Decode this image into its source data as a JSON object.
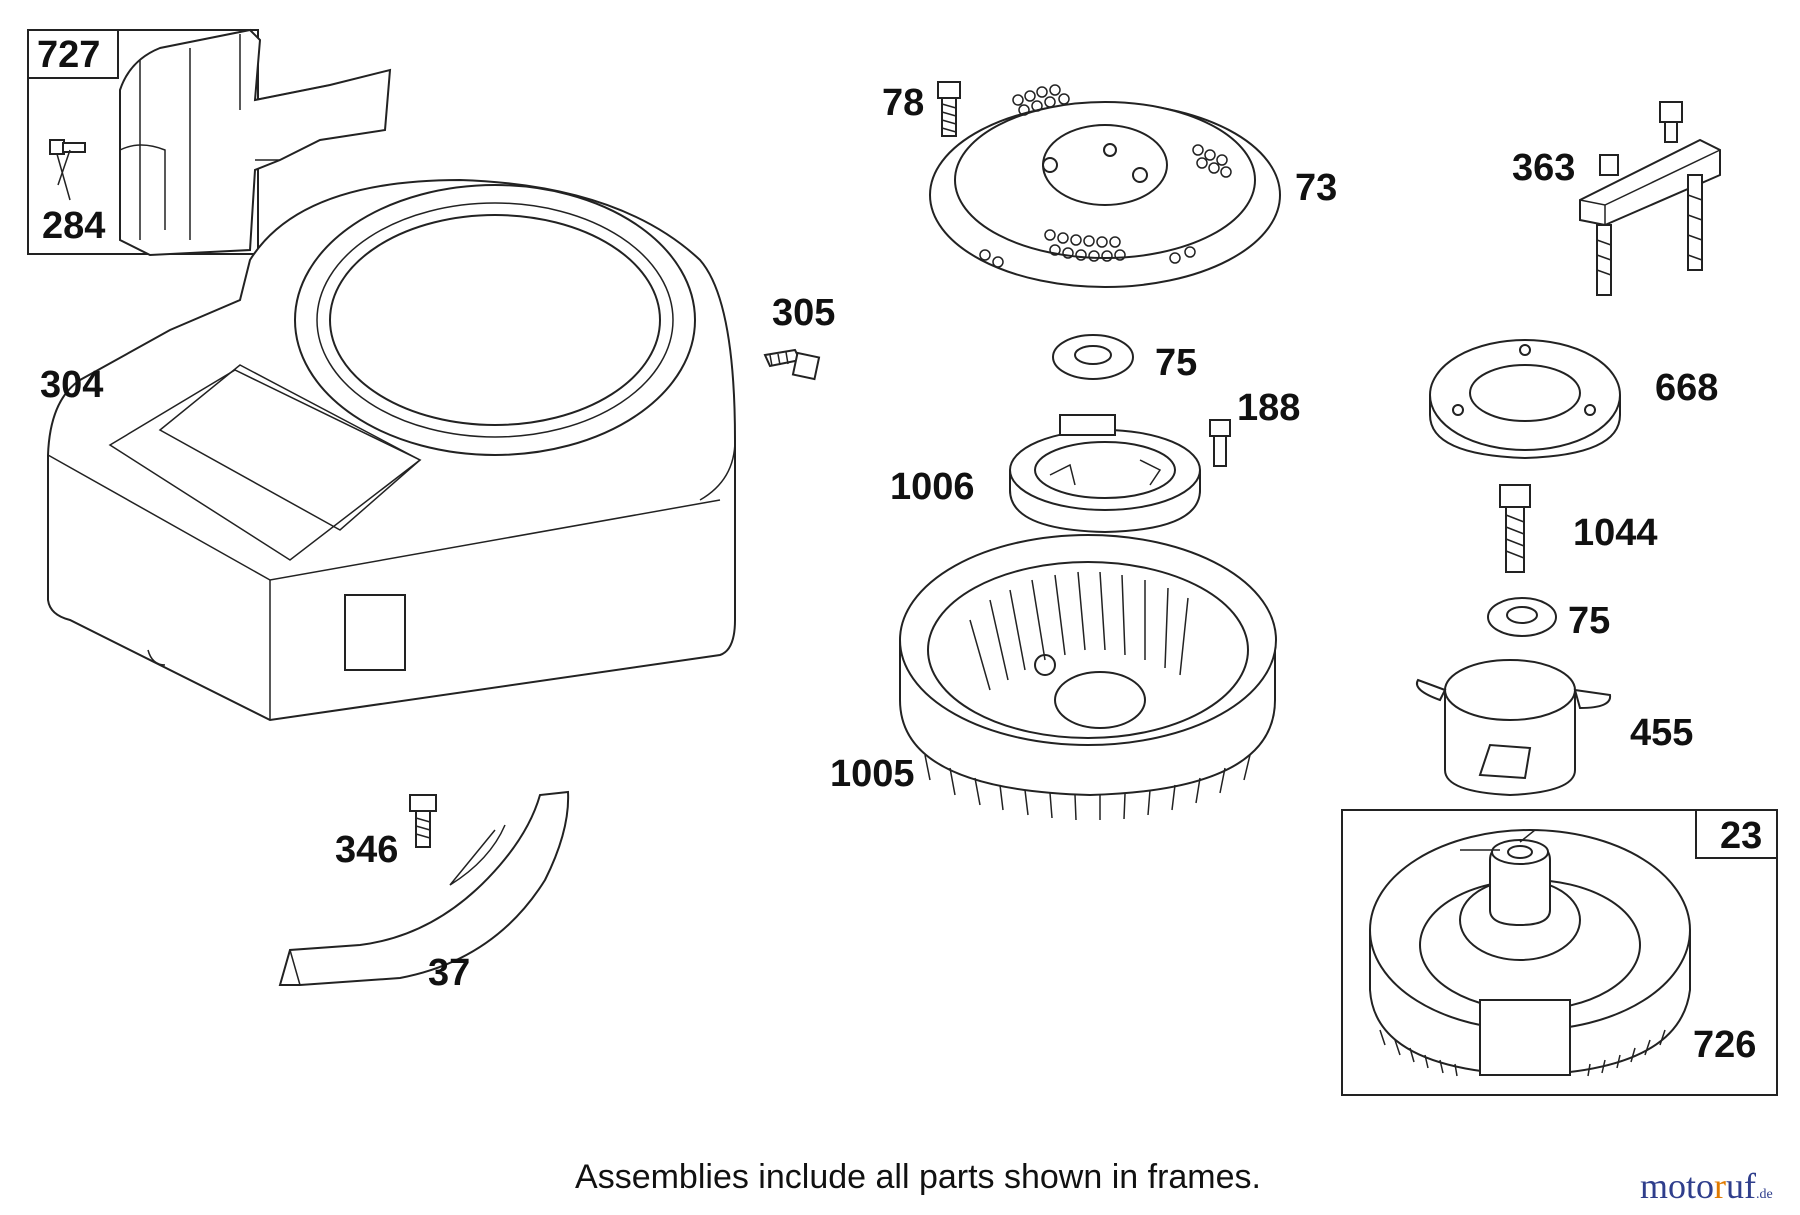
{
  "parts": [
    {
      "id": "727",
      "label": "727"
    },
    {
      "id": "284",
      "label": "284"
    },
    {
      "id": "304",
      "label": "304"
    },
    {
      "id": "305",
      "label": "305"
    },
    {
      "id": "78",
      "label": "78"
    },
    {
      "id": "73",
      "label": "73"
    },
    {
      "id": "75a",
      "label": "75"
    },
    {
      "id": "188",
      "label": "188"
    },
    {
      "id": "1006",
      "label": "1006"
    },
    {
      "id": "1005",
      "label": "1005"
    },
    {
      "id": "346",
      "label": "346"
    },
    {
      "id": "37",
      "label": "37"
    },
    {
      "id": "363",
      "label": "363"
    },
    {
      "id": "668",
      "label": "668"
    },
    {
      "id": "1044",
      "label": "1044"
    },
    {
      "id": "75b",
      "label": "75"
    },
    {
      "id": "455",
      "label": "455"
    },
    {
      "id": "23",
      "label": "23"
    },
    {
      "id": "726",
      "label": "726"
    }
  ],
  "footer_note": "Assemblies include all parts shown in frames.",
  "watermark": {
    "main": "moto",
    "accent": "r",
    "tail": "uf",
    "suffix": ".de"
  }
}
